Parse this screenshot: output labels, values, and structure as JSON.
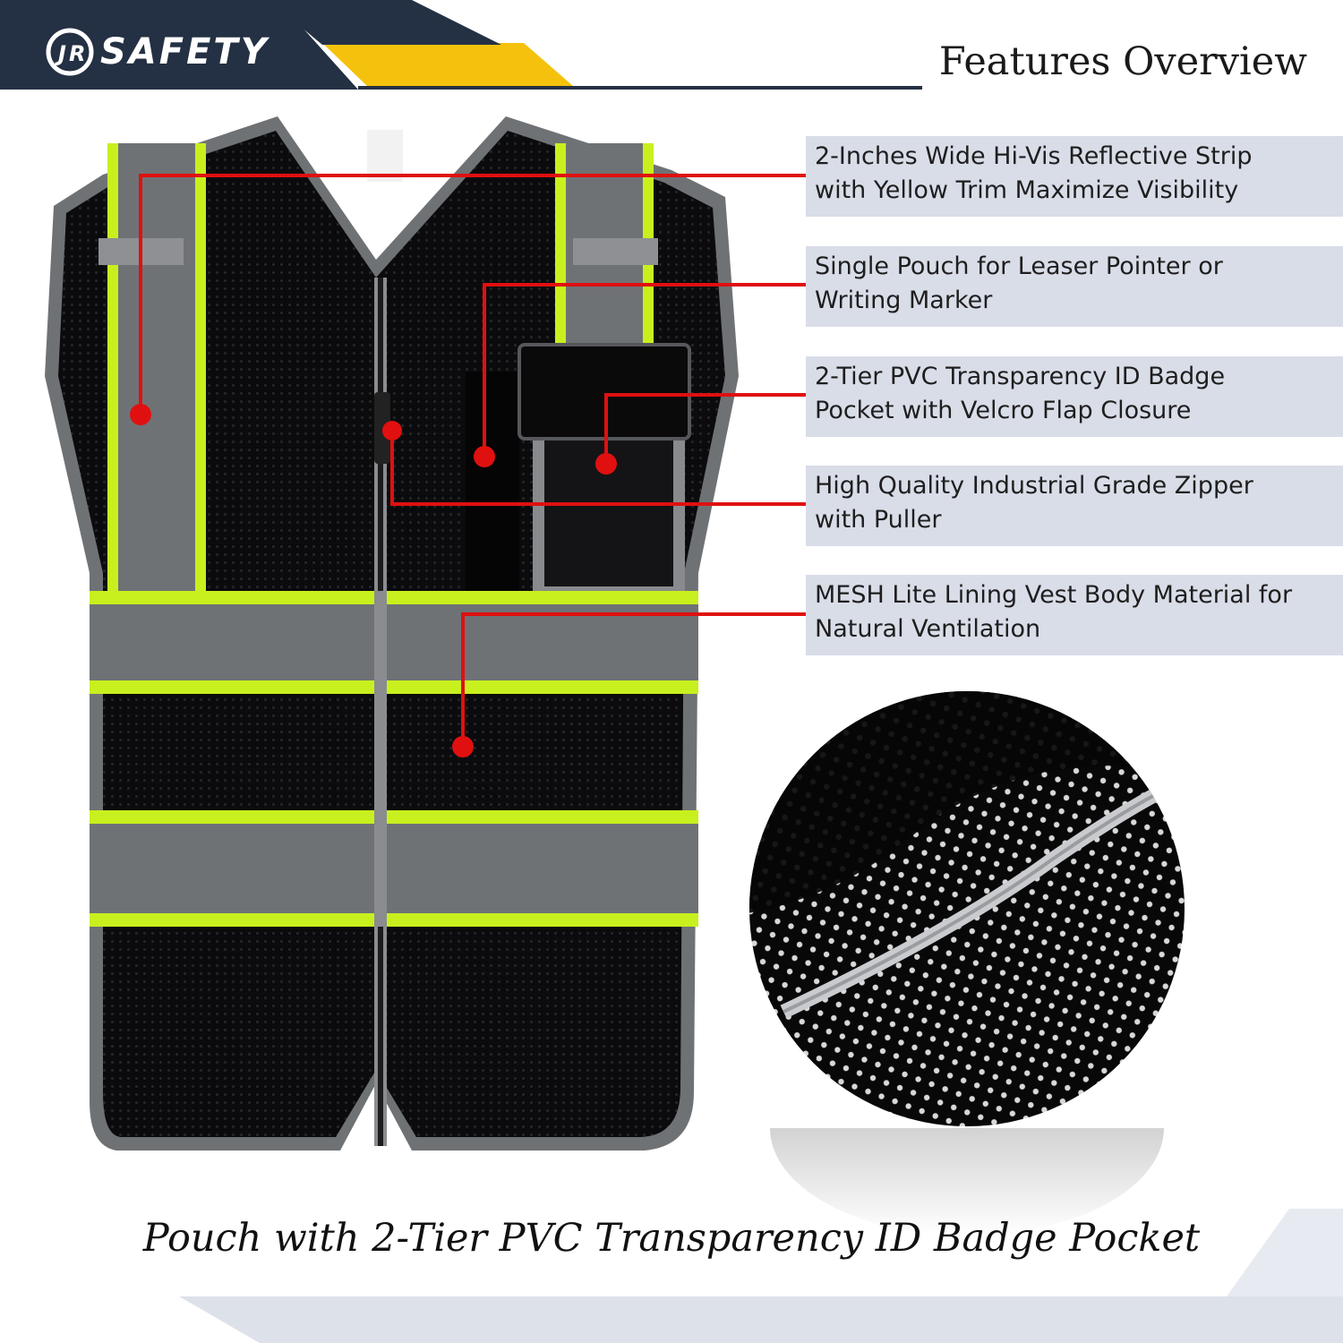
{
  "brand": {
    "logo_text": "SAFETY",
    "logo_mark": "JR",
    "navy": "#243043",
    "accent_yellow": "#f4c20d"
  },
  "page": {
    "title": "Features Overview",
    "caption": "Pouch with 2-Tier PVC Transparency ID Badge Pocket"
  },
  "features": [
    {
      "line1": "2-Inches Wide Hi-Vis Reflective Strip",
      "line2": "with Yellow Trim Maximize Visibility"
    },
    {
      "line1": "Single Pouch for Leaser Pointer or",
      "line2": "Writing Marker"
    },
    {
      "line1": "2-Tier PVC Transparency ID Badge",
      "line2": "Pocket with Velcro Flap Closure"
    },
    {
      "line1": "High Quality Industrial Grade Zipper",
      "line2": "with Puller"
    },
    {
      "line1": "MESH Lite Lining Vest Body Material for",
      "line2": "Natural Ventilation"
    }
  ],
  "colors": {
    "callout_red": "#e01010",
    "feature_bg": "#d9dde8",
    "vest_black": "#0c0c0e",
    "reflective_gray": "#6f7275",
    "hivis_yellow": "#c8f01e"
  }
}
